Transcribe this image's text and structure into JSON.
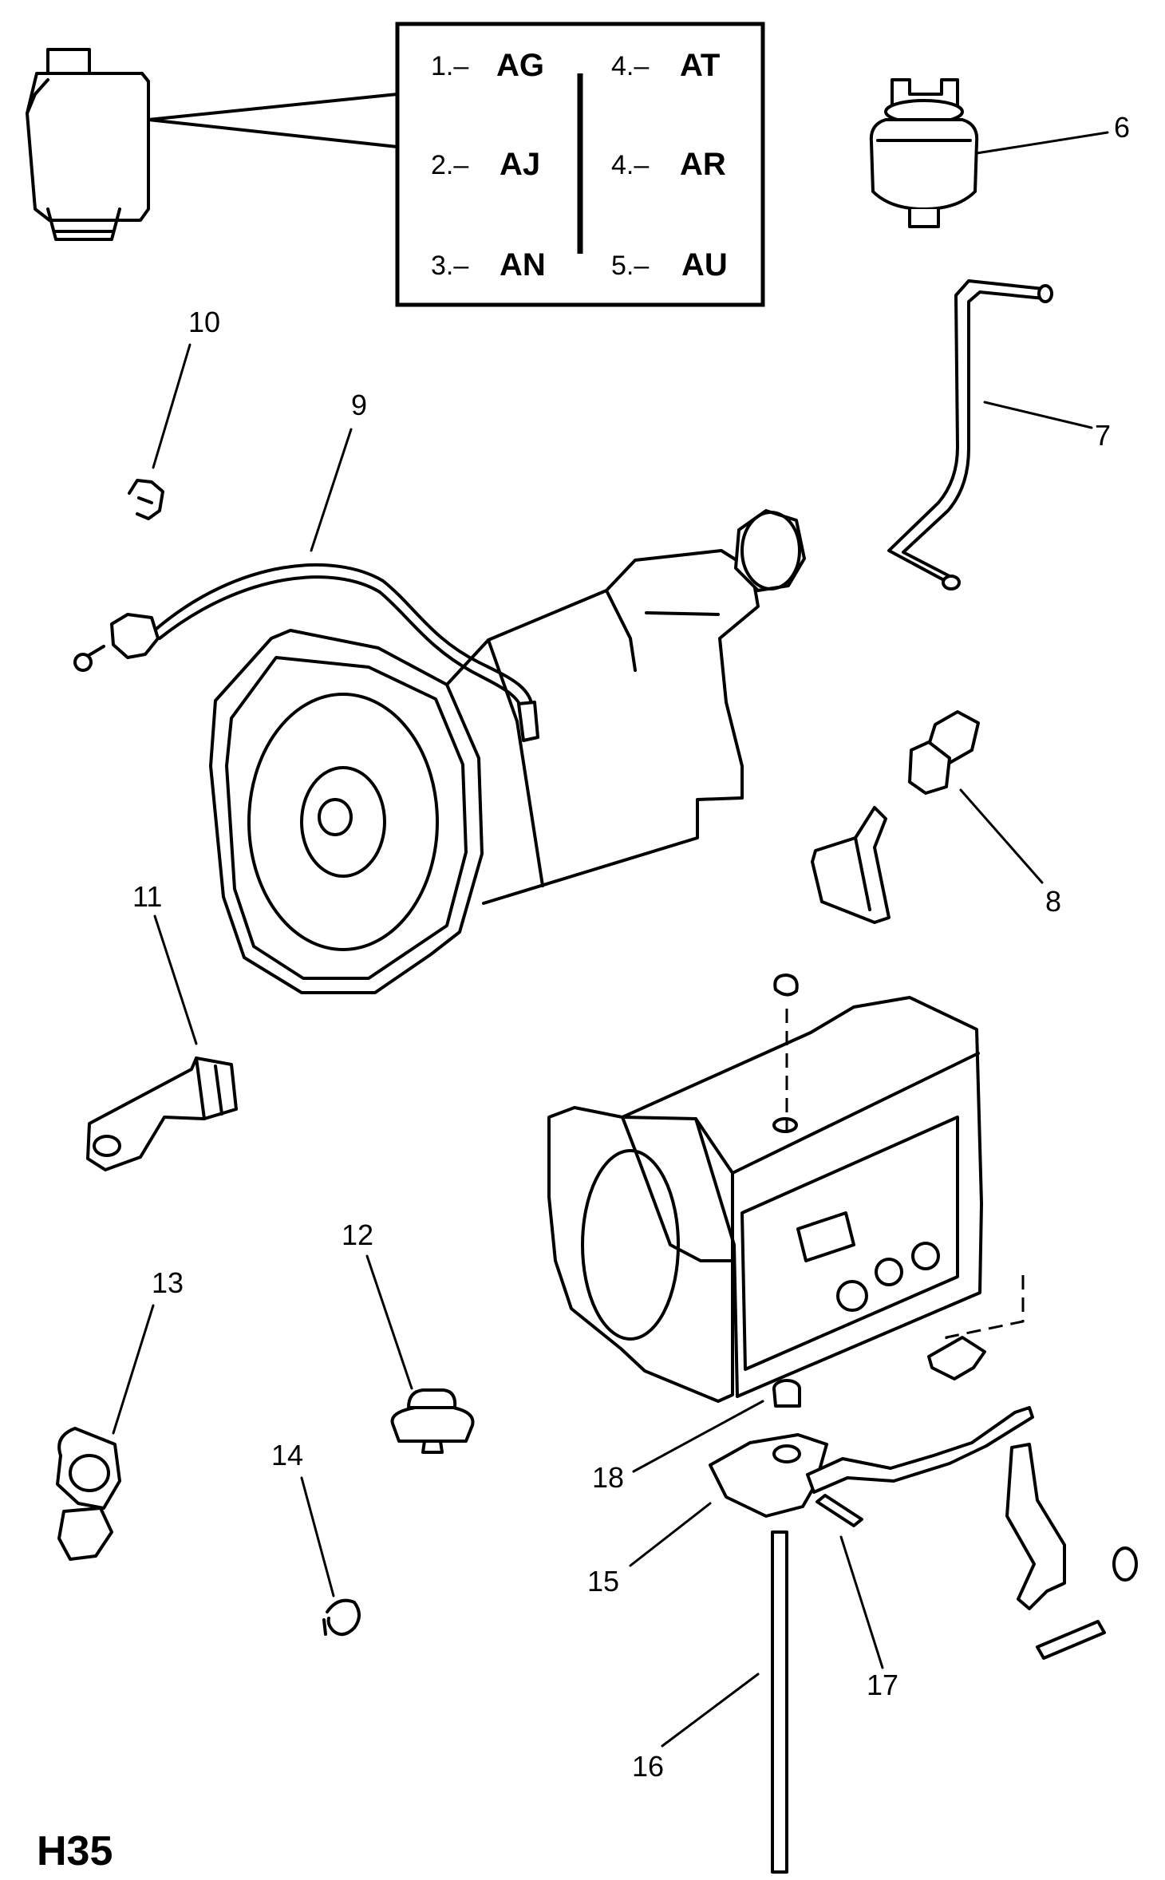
{
  "page_code": "H35",
  "legend": {
    "items": [
      {
        "num": "1.–",
        "code": "AG"
      },
      {
        "num": "2.–",
        "code": "AJ"
      },
      {
        "num": "3.–",
        "code": "AN"
      },
      {
        "num": "4.–",
        "code": "AT"
      },
      {
        "num": "4.–",
        "code": "AR"
      },
      {
        "num": "5.–",
        "code": "AU"
      }
    ]
  },
  "callouts": {
    "c6": "6",
    "c7": "7",
    "c8": "8",
    "c9": "9",
    "c10": "10",
    "c11": "11",
    "c12": "12",
    "c13": "13",
    "c14": "14",
    "c15": "15",
    "c16": "16",
    "c17": "17",
    "c18": "18"
  }
}
